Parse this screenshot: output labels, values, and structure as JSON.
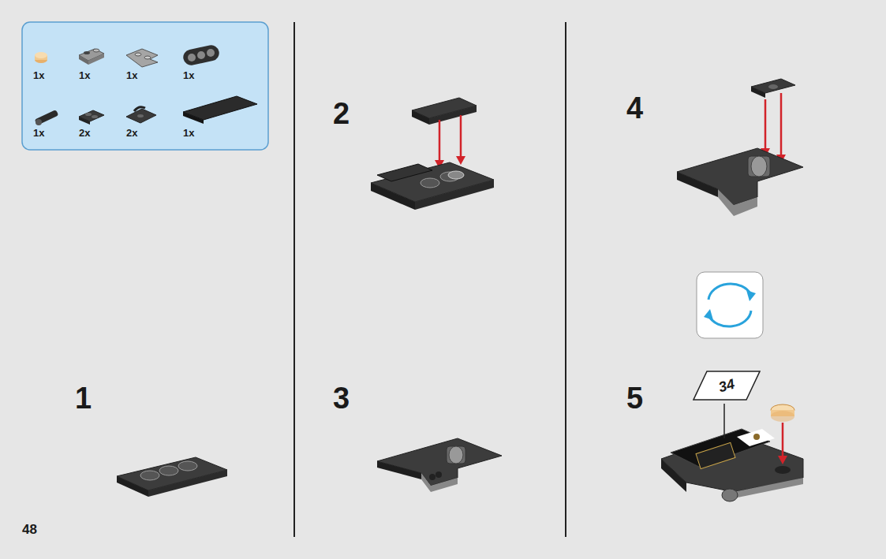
{
  "diagram": {
    "nodes": [
      {
        "text": [
          "1x",
          "1x",
          "1x",
          "1x",
          "1x",
          "2x",
          "2x",
          "1x"
        ]
      },
      {
        "text": [
          "34"
        ]
      }
    ],
    "labels": [
      "1",
      "2",
      "3",
      "4",
      "5",
      "48"
    ]
  }
}
